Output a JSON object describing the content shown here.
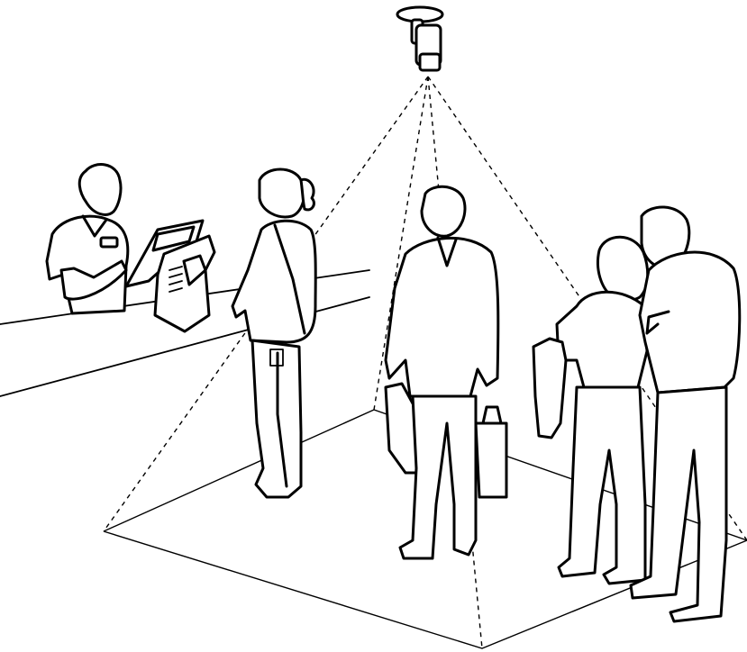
{
  "scene": {
    "background": "#ffffff",
    "line_color": "#000000",
    "icons": {
      "camera": "ceiling-camera-icon",
      "cashier": "cashier-figure",
      "terminal": "pos-terminal",
      "woman_ponytail": "woman-shopper-figure",
      "man_center": "man-shopper-figure",
      "couple": "couple-figure"
    }
  }
}
